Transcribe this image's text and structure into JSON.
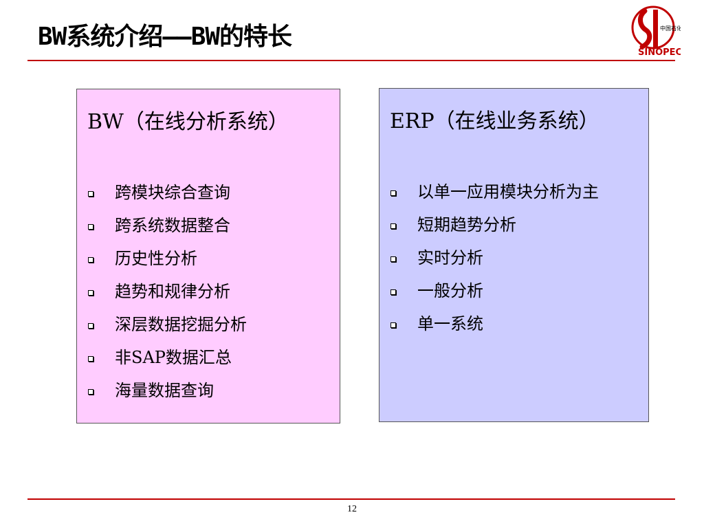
{
  "slide": {
    "title": "BW系统介绍——BW的特长",
    "page_number": "12"
  },
  "colors": {
    "accent_rule": "#c00000",
    "left_panel_bg": "#ffccff",
    "right_panel_bg": "#ccccff",
    "logo_red": "#c00000"
  },
  "logo": {
    "icon": "sinopec-logo-icon",
    "text": "SINOPEC",
    "chinese_text": "中国石化"
  },
  "panels": {
    "left": {
      "heading": "BW（在线分析系统）",
      "items": [
        "跨模块综合查询",
        "跨系统数据整合",
        "历史性分析",
        "趋势和规律分析",
        "深层数据挖掘分析",
        "非SAP数据汇总",
        "海量数据查询"
      ]
    },
    "right": {
      "heading": "ERP（在线业务系统）",
      "items": [
        "以单一应用模块分析为主",
        "短期趋势分析",
        "实时分析",
        "一般分析",
        "单一系统"
      ]
    }
  }
}
